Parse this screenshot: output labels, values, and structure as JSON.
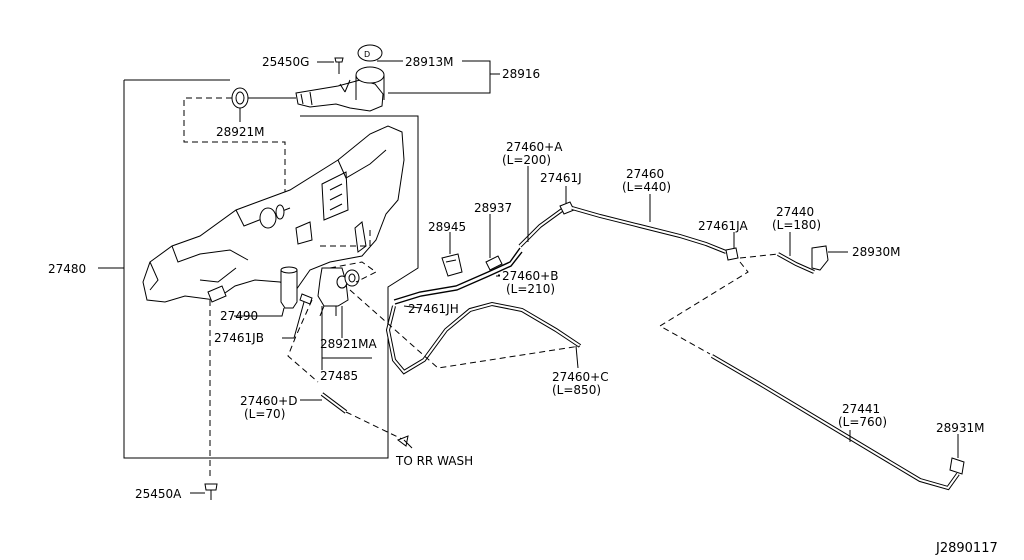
{
  "diagram_id": "J2890117",
  "labels": {
    "p25450g": "25450G",
    "p28913m": "28913M",
    "p28916": "28916",
    "p28921m": "28921M",
    "p27480": "27480",
    "p27490": "27490",
    "p27461jb": "27461JB",
    "p28921ma": "28921MA",
    "p27485": "27485",
    "p27460d": "27460+D",
    "p27460d_len": "(L=70)",
    "to_rr_wash": "TO RR WASH",
    "p25450a": "25450A",
    "p28945": "28945",
    "p28937": "28937",
    "p27460a": "27460+A",
    "p27460a_len": "(L=200)",
    "p27461j": "27461J",
    "p27460": "27460",
    "p27460_len": "(L=440)",
    "p27460b": "27460+B",
    "p27460b_len": "(L=210)",
    "p27461jh": "27461JH",
    "p27461ja": "27461JA",
    "p27440": "27440",
    "p27440_len": "(L=180)",
    "p28930m": "28930M",
    "p27460c": "27460+C",
    "p27460c_len": "(L=850)",
    "p27441": "27441",
    "p27441_len": "(L=760)",
    "p28931m": "28931M"
  }
}
